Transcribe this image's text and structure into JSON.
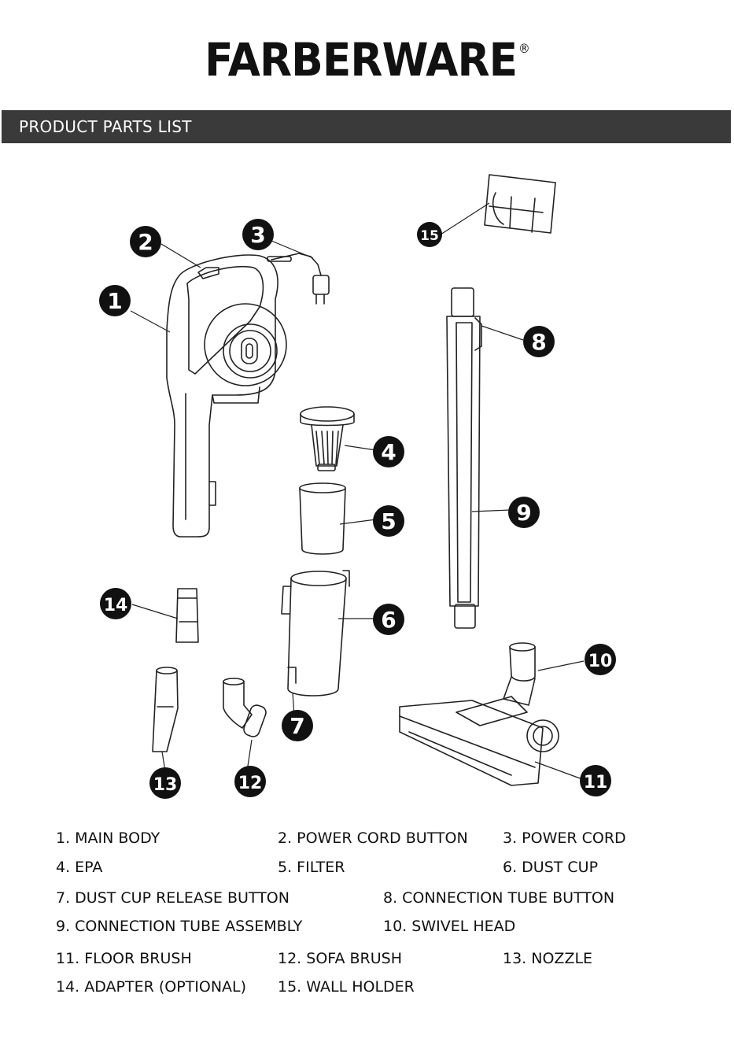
{
  "brand": {
    "name": "FARBERWARE",
    "registered": "®"
  },
  "section": {
    "title": "PRODUCT PARTS LIST"
  },
  "callouts": [
    "1",
    "2",
    "3",
    "4",
    "5",
    "6",
    "7",
    "8",
    "9",
    "10",
    "11",
    "12",
    "13",
    "14",
    "15"
  ],
  "parts": [
    "1. MAIN BODY",
    "2. POWER CORD BUTTON",
    "3. POWER CORD",
    "4. EPA",
    "5. FILTER",
    "6. DUST CUP",
    "7. DUST CUP RELEASE BUTTON",
    "8. CONNECTION TUBE BUTTON",
    "9. CONNECTION TUBE ASSEMBLY",
    "10. SWIVEL HEAD",
    "11. FLOOR BRUSH",
    "12. SOFA BRUSH",
    "13. NOZZLE",
    "14. ADAPTER (OPTIONAL)",
    "15. WALL HOLDER"
  ]
}
